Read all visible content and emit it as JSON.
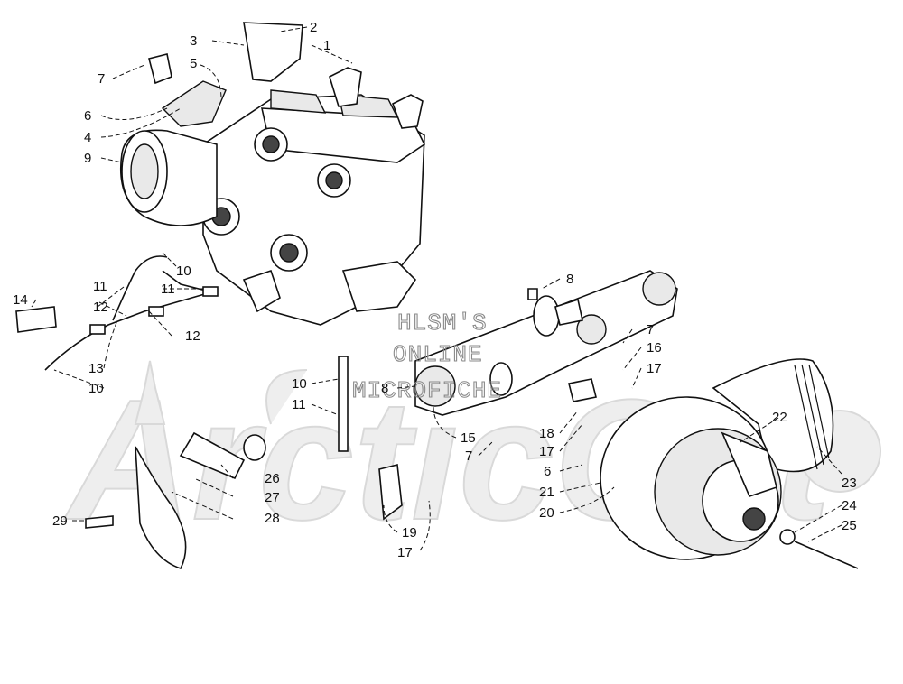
{
  "watermark": {
    "lines": [
      "HLSM'S",
      "ONLINE",
      "MICROFICHE"
    ],
    "brand": "ArcticCat"
  },
  "callouts": [
    "2",
    "1",
    "3",
    "5",
    "7",
    "6",
    "4",
    "9",
    "10",
    "11",
    "12",
    "11",
    "14",
    "12",
    "13",
    "10",
    "8",
    "7",
    "16",
    "17",
    "10",
    "11",
    "8",
    "15",
    "7",
    "18",
    "17",
    "6",
    "21",
    "20",
    "22",
    "23",
    "24",
    "25",
    "26",
    "27",
    "28",
    "29",
    "19",
    "17"
  ]
}
